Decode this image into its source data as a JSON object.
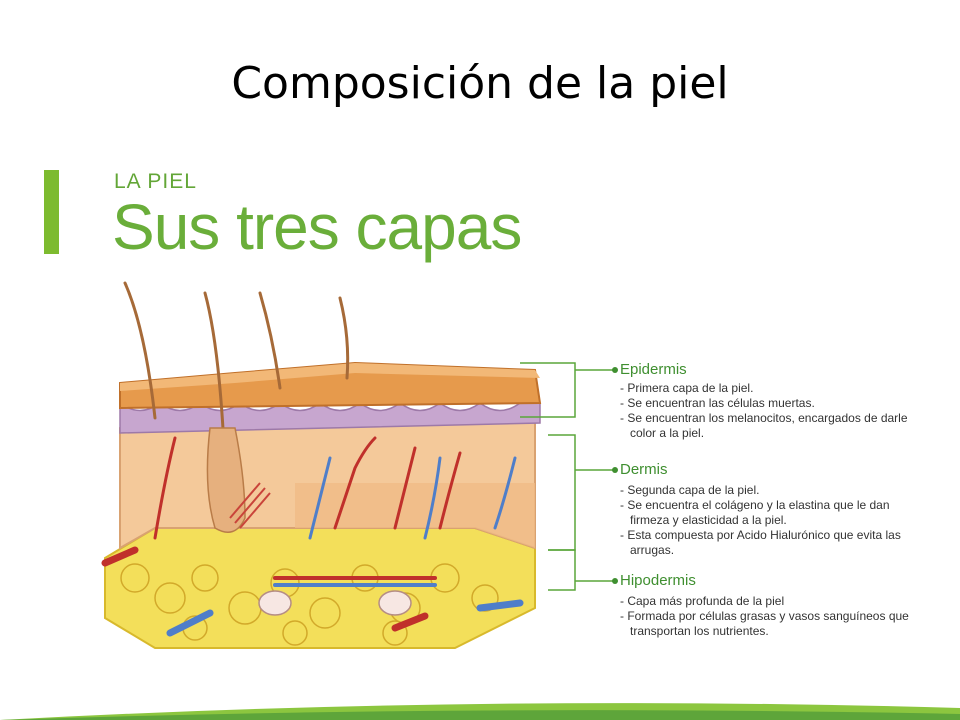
{
  "slide": {
    "title": "Composición de la piel"
  },
  "brand": {
    "kicker": "LA PIEL",
    "headline": "Sus tres capas"
  },
  "colors": {
    "accent_green": "#7dbb2f",
    "label_green": "#3f8f30"
  },
  "layers": [
    {
      "name": "Epidermis",
      "notes": [
        "Primera capa de la piel.",
        "Se encuentran las células muertas.",
        "Se encuentran los melanocitos, encargados de darle color a la piel."
      ]
    },
    {
      "name": "Dermis",
      "notes": [
        "Segunda capa de la piel.",
        "Se encuentra el colágeno y la elastina que le dan firmeza y elasticidad a la piel.",
        "Esta compuesta por Acido Hialurónico que evita las arrugas."
      ]
    },
    {
      "name": "Hipodermis",
      "notes": [
        "Capa más profunda de la piel",
        "Formada por células grasas  y vasos sanguíneos que transportan los nutrientes."
      ]
    }
  ]
}
